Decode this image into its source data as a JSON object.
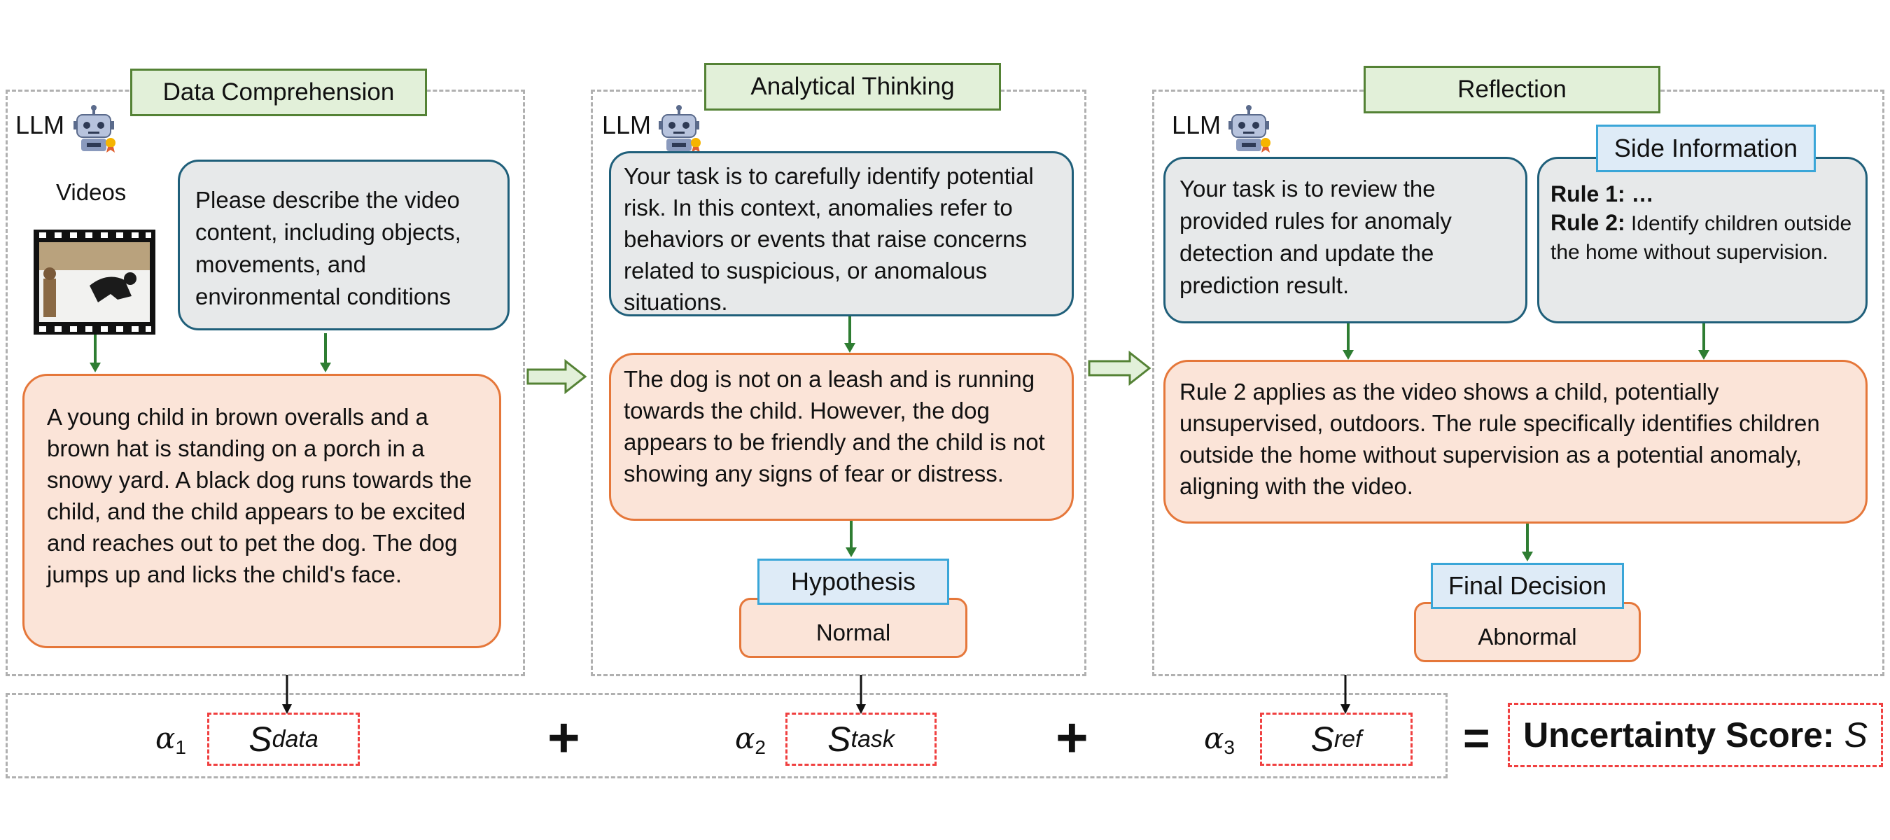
{
  "stages": {
    "data_comprehension": {
      "title": "Data Comprehension",
      "llm": "LLM",
      "videos_label": "Videos",
      "prompt": "Please describe the video content, including objects, movements, and environmental conditions",
      "output": "A young child in brown overalls and a brown hat is standing on a porch in a snowy yard. A black dog runs towards the child, and the child appears to be excited and reaches out to pet the dog. The dog jumps up and licks the child's face."
    },
    "analytical_thinking": {
      "title": "Analytical Thinking",
      "llm": "LLM",
      "prompt": "Your task is to carefully identify potential risk. In this context, anomalies refer to behaviors or events that raise concerns related to suspicious, or anomalous situations.",
      "output": "The dog is not on a leash and is running towards the child. However, the dog appears to be friendly and the child is not showing any signs of fear or distress.",
      "hypothesis_label": "Hypothesis",
      "hypothesis_value": "Normal"
    },
    "reflection": {
      "title": "Reflection",
      "llm": "LLM",
      "prompt": "Your task is to review the provided rules for anomaly detection and update the prediction result.",
      "side_info_label": "Side Information",
      "rule1_label": "Rule 1:",
      "rule1_text": " …",
      "rule2_label": "Rule 2:",
      "rule2_text": " Identify children outside the home without supervision.",
      "output": "Rule 2 applies as the video shows a child, potentially unsupervised, outdoors. The rule specifically identifies children outside the home without supervision as a potential anomaly, aligning with the video.",
      "decision_label": "Final Decision",
      "decision_value": "Abnormal"
    }
  },
  "score": {
    "alpha_symbol": "α",
    "alpha1_sub": "1",
    "alpha2_sub": "2",
    "alpha3_sub": "3",
    "s_symbol": "S",
    "s_data_sub": "data",
    "s_task_sub": "task",
    "s_ref_sub": "ref",
    "plus": "+",
    "equals": "=",
    "uncertainty_label": "Uncertainty Score: ",
    "uncertainty_symbol": "S"
  },
  "colors": {
    "green_fill": "#e2f0d9",
    "green_border": "#548235",
    "blue_fill": "#deebf7",
    "blue_border": "#3aa6d8",
    "gray_fill": "#e7e9ea",
    "gray_border": "#1f5f7a",
    "orange_fill": "#fbe4d8",
    "orange_border": "#e5773a",
    "red_dash": "#f04040",
    "arrow_green": "#2e7d32"
  },
  "icons": [
    "robot-icon",
    "film-strip-icon",
    "right-arrow-icon",
    "down-arrow-icon"
  ]
}
